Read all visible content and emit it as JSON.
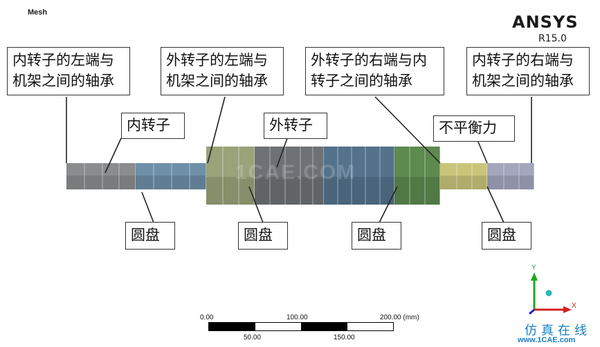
{
  "view": {
    "title": "Mesh",
    "brand": "ANSYS",
    "version": "R15.0",
    "watermark": "1CAE.COM"
  },
  "callouts": {
    "inner_left_bearing": [
      "内转子的左端与",
      "机架之间的轴承"
    ],
    "outer_left_bearing": [
      "外转子的左端与",
      "机架之间的轴承"
    ],
    "inter_rotor_bearing": [
      "外转子的右端与内",
      "转子之间的轴承"
    ],
    "inner_right_bearing": [
      "内转子的右端与",
      "机架之间的轴承"
    ],
    "inner_rotor": "内转子",
    "outer_rotor": "外转子",
    "unbalance_force": "不平衡力",
    "disk_label": "圆盘"
  },
  "scale_bar": {
    "top_labels": [
      "0.00",
      "100.00",
      "200.00 (mm)"
    ],
    "bottom_labels": [
      "50.00",
      "150.00"
    ]
  },
  "triad": {
    "y_label": "Y",
    "x_label": "X",
    "colors": {
      "y": "#1fa81f",
      "x": "#d42020",
      "z": "#2020d4",
      "sphere": "#2ab7b7"
    }
  },
  "site": {
    "name_cn": "仿真在线",
    "url": "www.1CAE.com"
  },
  "colors": {
    "gray": "#8a8c8e",
    "blue": "#6f8fa8",
    "olive": "#9aa27a",
    "dark": "#6e7276",
    "steelblue": "#54728c",
    "green": "#5d8a4e",
    "yellow": "#c9c47a",
    "lavender": "#a3a6bd"
  }
}
